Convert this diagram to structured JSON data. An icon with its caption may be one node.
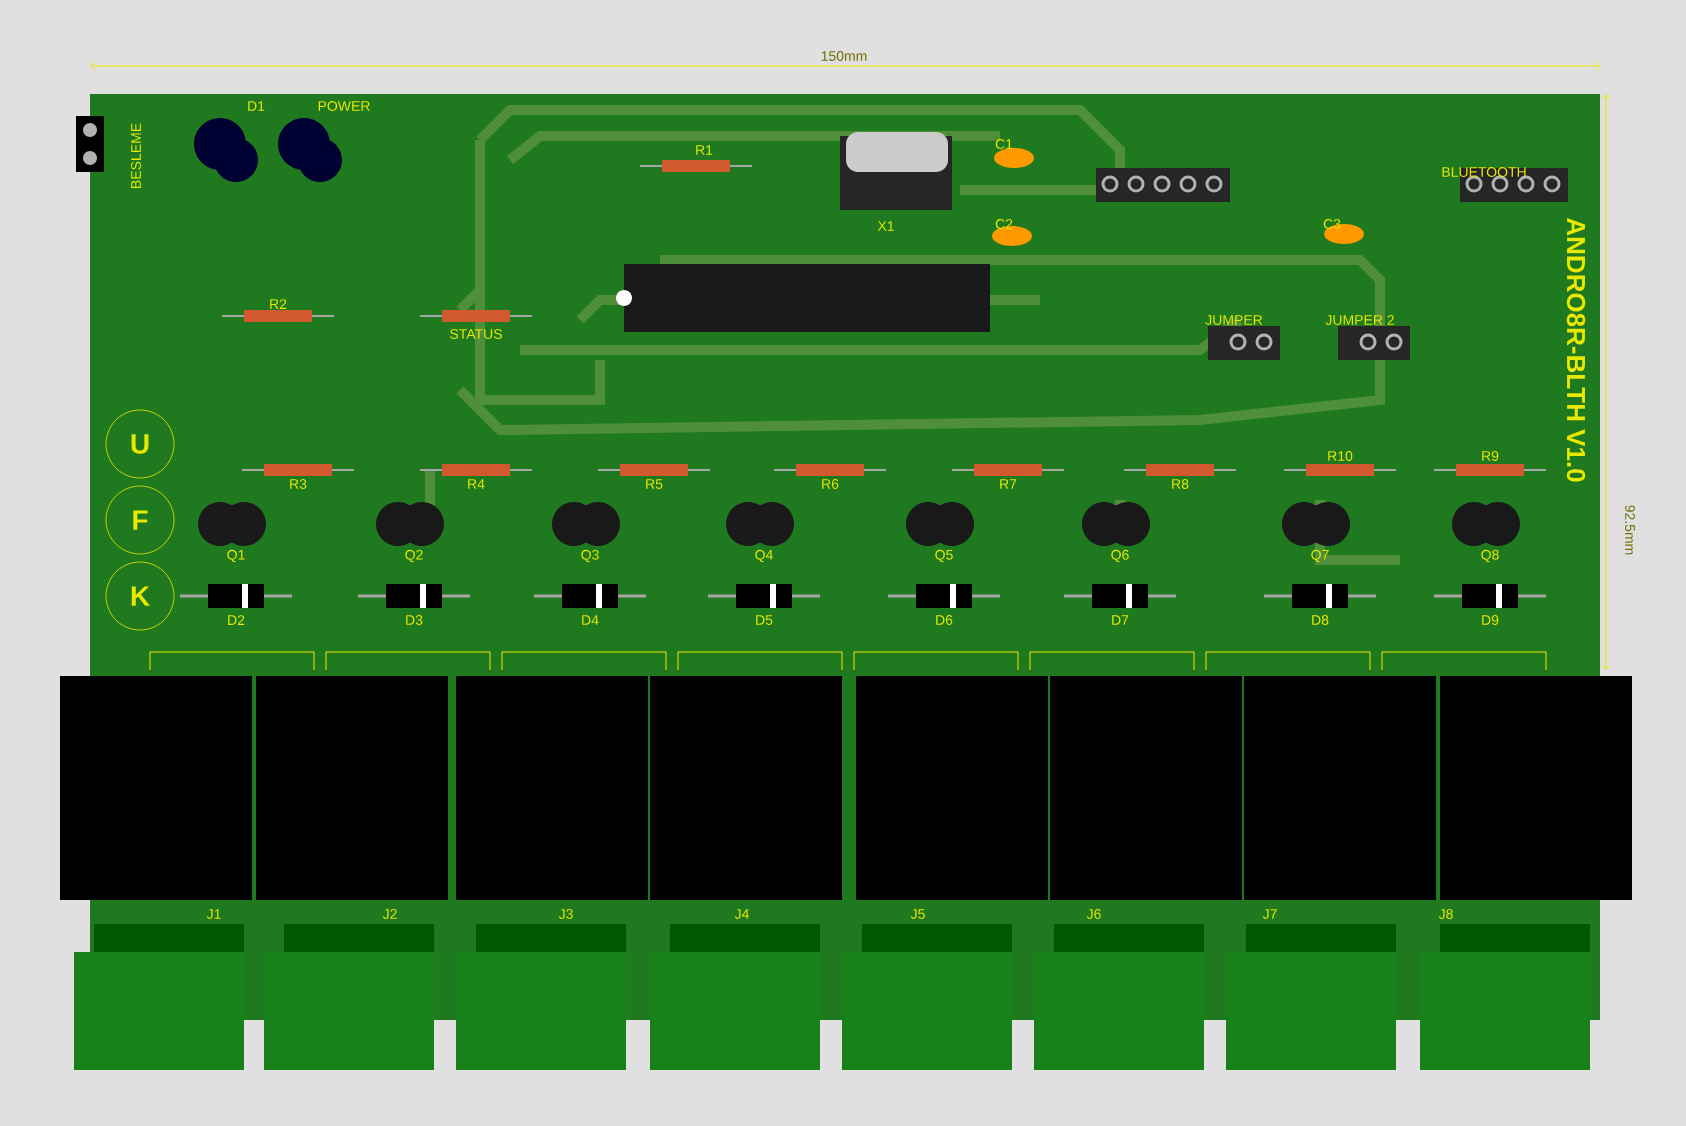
{
  "diagram": {
    "nodes": [
      {
        "text": [
          "U"
        ]
      },
      {
        "text": [
          "F"
        ]
      },
      {
        "text": [
          "K"
        ]
      }
    ],
    "labels": [
      "150mm",
      "BESLEME",
      "D1",
      "POWER",
      "R1",
      "X1",
      "C1",
      "C2",
      "BLUETOOTH",
      "C3",
      "R2",
      "STATUS",
      "JUMPER",
      "JUMPER 2",
      "ANDRO8R-BLTH V1.0",
      "92.5mm",
      "R3",
      "R4",
      "R5",
      "R6",
      "R7",
      "R8",
      "R10",
      "R9",
      "Q1",
      "Q2",
      "Q3",
      "Q4",
      "Q5",
      "Q6",
      "Q7",
      "Q8",
      "D2",
      "D3",
      "D4",
      "D5",
      "D6",
      "D7",
      "D8",
      "D9",
      "J1",
      "J2",
      "J3",
      "J4",
      "J5",
      "J6",
      "J7",
      "J8"
    ]
  }
}
